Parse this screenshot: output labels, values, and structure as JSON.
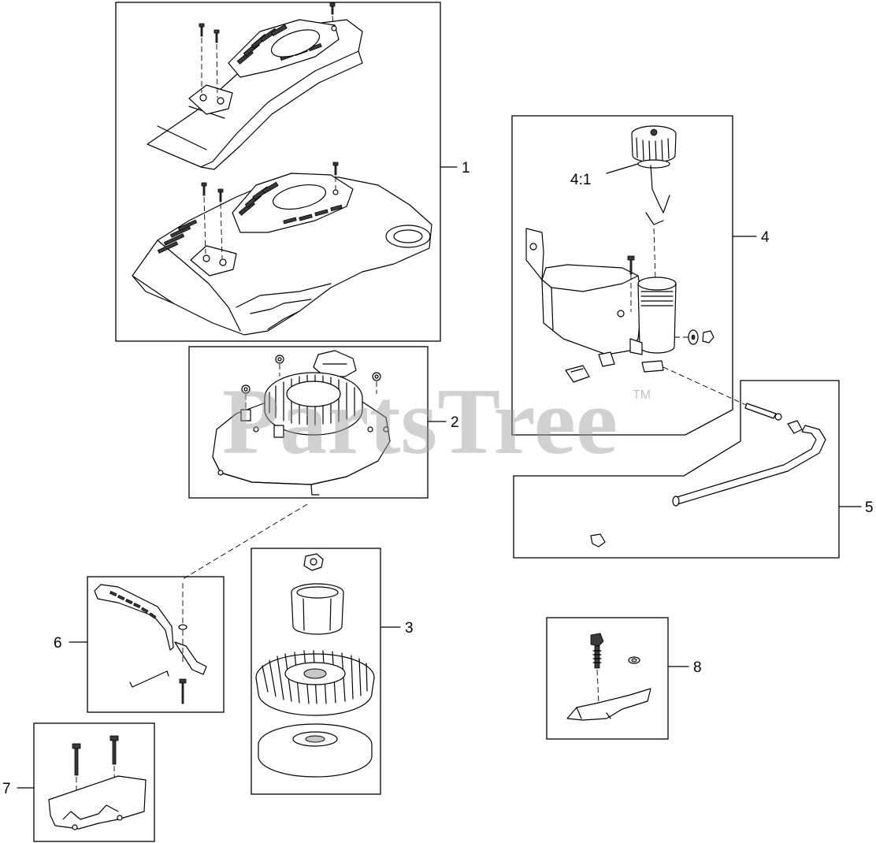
{
  "watermark": {
    "text": "PartsTree",
    "trademark": "TM"
  },
  "callouts": {
    "c1": "1",
    "c2": "2",
    "c3": "3",
    "c4": "4",
    "c4_1": "4:1",
    "c5": "5",
    "c6": "6",
    "c7": "7",
    "c8": "8"
  },
  "colors": {
    "line": "#000000",
    "watermark": "#9a9a9a",
    "background": "#ffffff"
  }
}
